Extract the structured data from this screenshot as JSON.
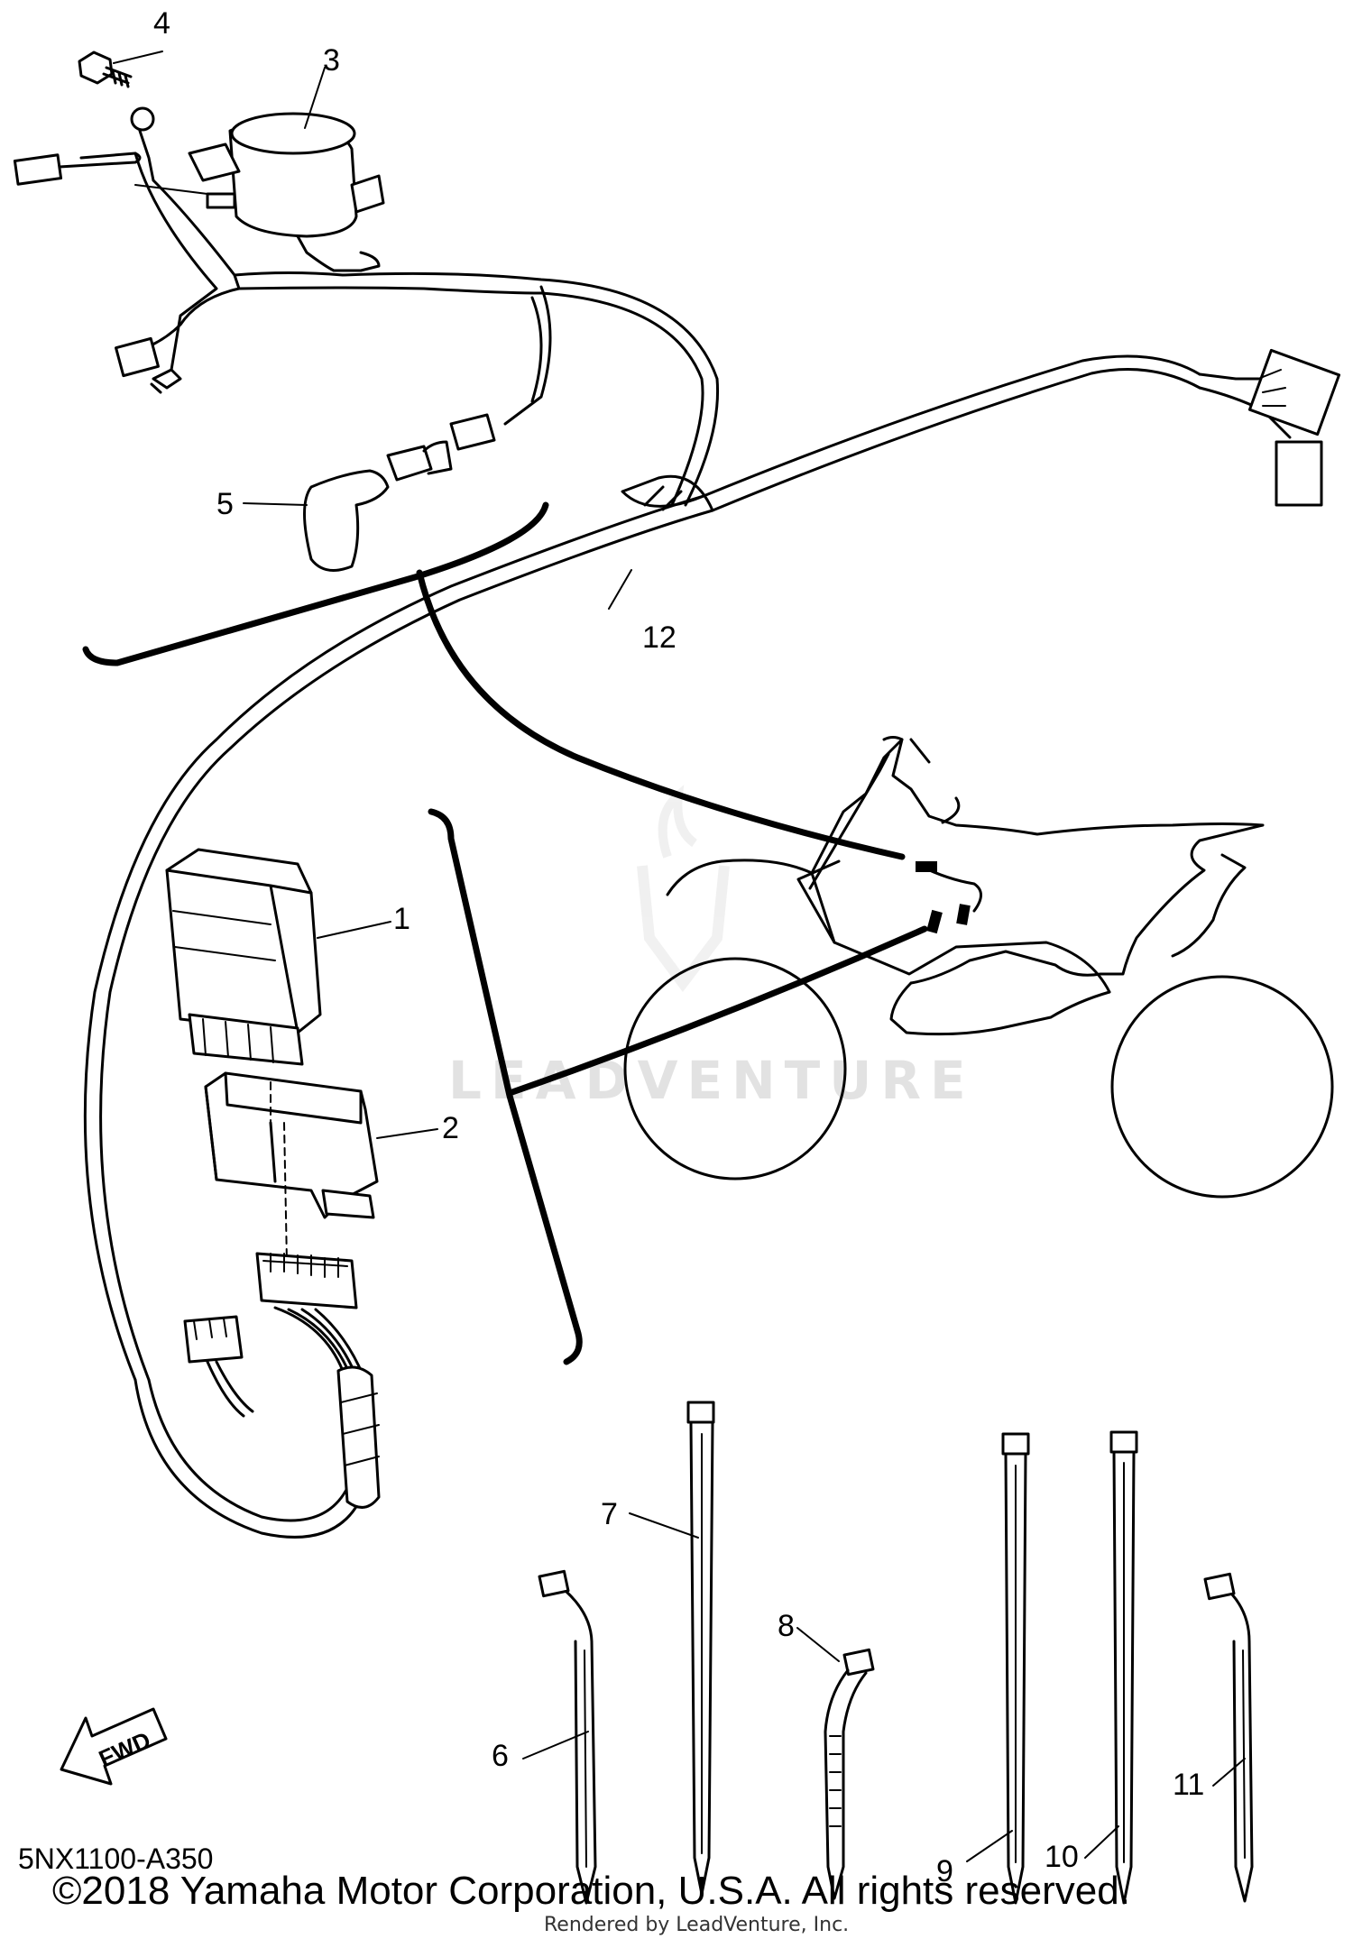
{
  "diagram": {
    "callouts": [
      "1",
      "2",
      "3",
      "4",
      "5",
      "6",
      "7",
      "8",
      "9",
      "10",
      "11",
      "12"
    ],
    "fwd_label": "FWD",
    "watermark": "LEADVENTURE",
    "diagram_code": "5NX1100-A350"
  },
  "footer": {
    "copyright": "©2018 Yamaha Motor Corporation, U.S.A. All rights reserved.",
    "rendered_by": "Rendered by LeadVenture, Inc."
  }
}
